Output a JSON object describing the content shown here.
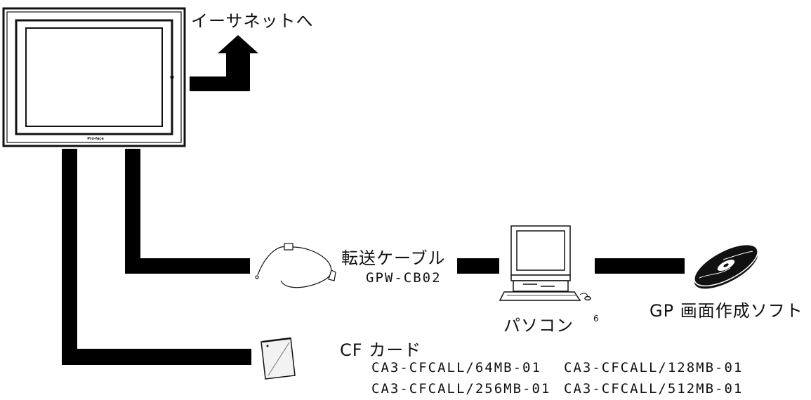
{
  "panel": {
    "brand": "Pro-face"
  },
  "ethernet": {
    "label": "イーサネットへ"
  },
  "transfer_cable": {
    "title": "転送ケーブル",
    "model": "GPW-CB02"
  },
  "pc": {
    "label": "パソコン",
    "note": "6"
  },
  "software": {
    "label": "GP 画面作成ソフト"
  },
  "cf_card": {
    "title": "CF カード",
    "models": [
      "CA3-CFCALL/64MB-01",
      "CA3-CFCALL/128MB-01",
      "CA3-CFCALL/256MB-01",
      "CA3-CFCALL/512MB-01"
    ]
  },
  "colors": {
    "line": "#000000",
    "background": "#ffffff",
    "panel_frame": "#111111"
  }
}
